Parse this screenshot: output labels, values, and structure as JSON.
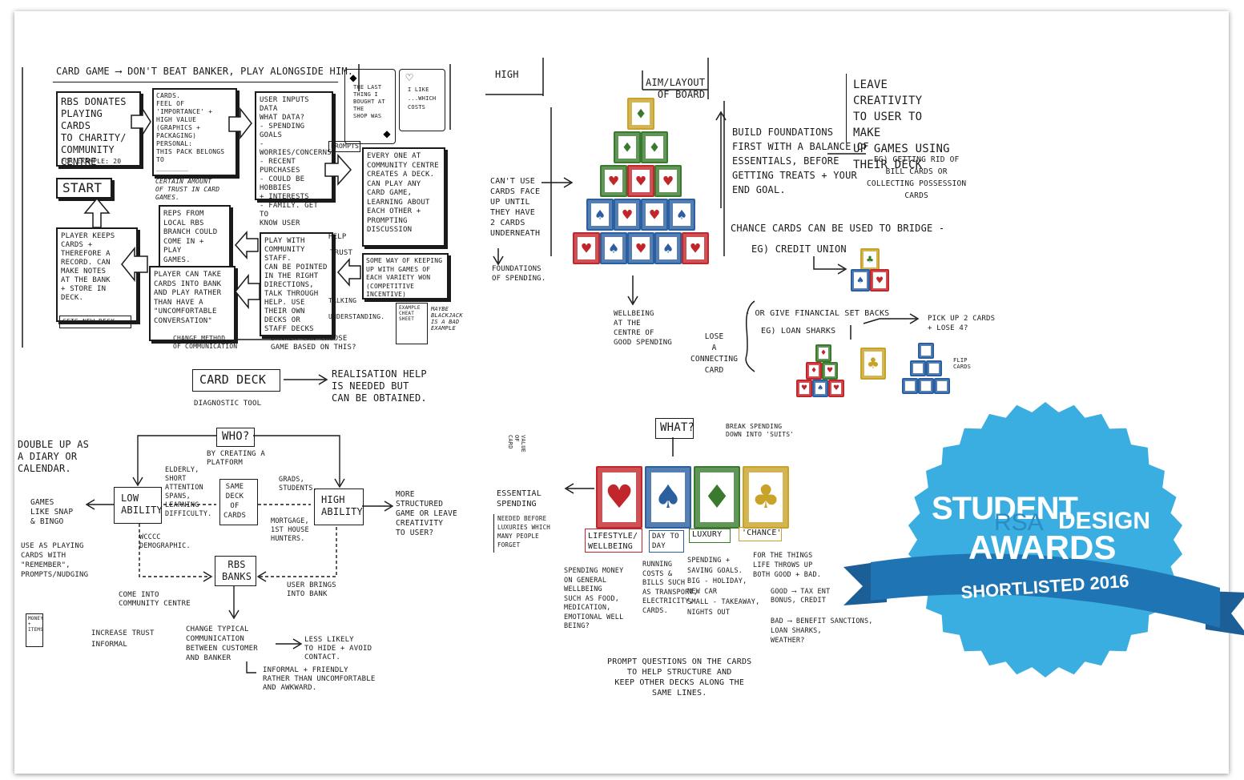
{
  "sketch_a": {
    "title": "CARD GAME ⟶ DON'T BEAT BANKER, PLAY ALONGSIDE HIM.",
    "rbs_donates": "RBS DONATES\nPLAYING CARDS\nTO CHARITY/\nCOMMUNITY\nCENTRE",
    "for_example": "FOR EXAMPLE: 20",
    "cards_box": "CARDS.\nFEEL OF\n'IMPORTANCE' +\nHIGH VALUE\n(GRAPHICS + PACKAGING)\nPERSONAL:\nTHIS PACK BELONGS TO\n________",
    "certain_amount": "CERTAIN AMOUNT\nOF TRUST IN CARD\nGAMES.",
    "user_inputs": "USER INPUTS DATA\nWHAT DATA?\n- SPENDING GOALS\n- WORRIES/CONCERNS\n- RECENT PURCHASES\n- COULD BE HOBBIES\n+ INTERESTS\n- FAMILY. GET TO\nKNOW USER",
    "prompts": "PROMPTS",
    "last_thing": "THE LAST\nTHING I\nBOUGHT AT THE\nSHOP WAS",
    "i_like": "I LIKE\n...WHICH COSTS",
    "start": "START",
    "everyone": "EVERY ONE AT\nCOMMUNITY CENTRE\nCREATES A DECK.\nCAN PLAY ANY\nCARD GAME,\nLEARNING ABOUT\nEACH OTHER +\nPROMPTING\nDISCUSSION",
    "reps": "REPS FROM\nLOCAL RBS\nBRANCH COULD\nCOME IN + PLAY\nGAMES.",
    "play_with": "PLAY WITH\nCOMMUNITY STAFF.\nCAN BE POINTED\nIN THE RIGHT\nDIRECTIONS,\nTALK THROUGH\nHELP. USE\nTHEIR OWN\nDECKS OR\nSTAFF DECKS",
    "help": "HELP",
    "trust": "TRUST",
    "talking": "TALKING",
    "understanding": "UNDERSTANDING.",
    "player_keeps": "PLAYER KEEPS\nCARDS +\nTHEREFORE A\nRECORD. CAN\nMAKE NOTES\nAT THE BANK\n+ STORE IN\nDECK.",
    "gets_new_deck": "GETS NEW DECK",
    "player_can_take": "PLAYER CAN TAKE\nCARDS INTO BANK\nAND PLAY RATHER\nTHAN HAVE A\n\"UNCOMFORTABLE\nCONVERSATION\"",
    "change_method": "CHANGE METHOD\nOF COMMUNICATION",
    "some_way": "SOME WAY OF KEEPING\nUP WITH GAMES OF\nEACH VARIETY WON\n(COMPETITIVE INCENTIVE)",
    "example_sheet": "EXAMPLE\nCHEAT\nSHEET",
    "maybe": "MAYBE\nBLACKJACK\nIS A BAD\nEXAMPLE",
    "banker_choose": "BANKER CAN CHOOSE\nGAME BASED ON THIS?"
  },
  "sketch_b": {
    "card_deck": "CARD DECK",
    "diagnostic": "DIAGNOSTIC TOOL",
    "realisation": "REALISATION HELP\nIS NEEDED BUT\nCAN BE OBTAINED."
  },
  "sketch_c": {
    "double_up": "DOUBLE UP AS\nA DIARY OR\nCALENDAR.",
    "who": "WHO?",
    "creating_platform": "BY CREATING A\nPLATFORM",
    "elderly": "ELDERLY,\nSHORT\nATTENTION\nSPANS,\nLEARNING\nDIFFICULTY.",
    "same_deck": "SAME\nDECK\nOF\nCARDS",
    "grads": "GRADS,\nSTUDENTS,",
    "mortgage": "MORTGAGE,\n1ST HOUSE\nHUNTERS.",
    "low_ability": "LOW\nABILITY",
    "high_ability": "HIGH\nABILITY",
    "games_like": "GAMES\nLIKE SNAP\n& BINGO",
    "wcccc": "WCCCC\nDEMOGRAPHIC.",
    "more_structured": "MORE\nSTRUCTURED\nGAME OR LEAVE\nCREATIVITY\nTO USER?",
    "use_as_playing": "USE AS PLAYING\nCARDS WITH\n\"REMEMBER\",\nPROMPTS/NUDGING",
    "rbs_banks": "RBS\nBANKS",
    "user_brings": "USER BRINGS\nINTO BANK",
    "come_into": "COME INTO\nCOMMUNITY CENTRE",
    "increase_trust": "INCREASE TRUST\nINFORMAL",
    "money_items": "MONEY\n+\nITEMS",
    "change_typical": "CHANGE TYPICAL\nCOMMUNICATION\nBETWEEN CUSTOMER\nAND BANKER",
    "less_likely": "LESS LIKELY\nTO HIDE + AVOID\nCONTACT.",
    "informal_friendly": "INFORMAL + FRIENDLY\nRATHER THAN UNCOMFORTABLE\nAND AWKWARD."
  },
  "sketch_d": {
    "high": "HIGH",
    "aim_layout": "AIM/LAYOUT\nOF BOARD",
    "cant_use": "CAN'T USE\nCARDS FACE\nUP UNTIL\nTHEY HAVE\n2 CARDS\nUNDERNEATH",
    "foundations": "FOUNDATIONS\nOF SPENDING.",
    "wellbeing": "WELLBEING\nAT THE\nCENTRE OF\nGOOD SPENDING",
    "build_foundations": "BUILD FOUNDATIONS\nFIRST WITH A BALANCE OF\nESSENTIALS, BEFORE\nGETTING TREATS + YOUR\nEND GOAL.",
    "leave_creativity": "LEAVE CREATIVITY\nTO USER TO MAKE\nUP GAMES USING\nTHEIR DECK",
    "eg_getting_rid": "EG) GETTING RID OF\nBILL CARDS OR\nCOLLECTING POSSESSION\nCARDS",
    "chance_cards": "CHANCE CARDS CAN BE USED TO BRIDGE -",
    "credit_union": "EG) CREDIT UNION",
    "or_give": "- OR GIVE FINANCIAL SET BACKS",
    "loan_sharks": "EG) LOAN SHARKS",
    "pick_up": "PICK UP 2 CARDS\n+ LOSE 4?",
    "lose_connecting": "LOSE\nA\nCONNECTING\nCARD",
    "flip_cards": "FLIP\nCARDS"
  },
  "sketch_e": {
    "what": "WHAT?",
    "break_spending": "BREAK SPENDING\nDOWN INTO 'SUITS'",
    "value_of_card": "VALUE\nOF\nCARD",
    "essential_spending": "ESSENTIAL\nSPENDING",
    "needed_before": "NEEDED BEFORE\nLUXURIES WHICH\nMANY PEOPLE\nFORGET",
    "lifestyle": "LIFESTYLE/\nWELLBEING",
    "day_to_day": "DAY TO\nDAY",
    "luxury": "LUXURY",
    "chance": "'CHANCE'",
    "spending_money": "SPENDING MONEY\nON GENERAL\nWELLBEING\nSUCH AS FOOD,\nMEDICATION,\nEMOTIONAL WELL\nBEING?",
    "running_costs": "RUNNING\nCOSTS &\nBILLS SUCH\nAS TRANSPORT,\nELECTRICITY,\nCARDS.",
    "spending_saving": "SPENDING +\nSAVING GOALS.\nBIG - HOLIDAY,\nNEW CAR\nSMALL - TAKEAWAY,\nNIGHTS OUT",
    "for_the_things": "FOR THE THINGS\nLIFE THROWS UP\nBOTH GOOD + BAD.",
    "good": "GOOD ⟶ TAX ENT\nBONUS, CREDIT",
    "bad": "BAD ⟶ BENEFIT SANCTIONS,\nLOAN SHARKS,\nWEATHER?",
    "prompt_questions": "PROMPT QUESTIONS ON THE CARDS\nTO HELP STRUCTURE AND\nKEEP OTHER DECKS ALONG THE\nSAME LINES."
  },
  "badge": {
    "student": "STUDENT",
    "rsa": "RSA",
    "design": "DESIGN",
    "awards": "AWARDS",
    "ribbon": "SHORTLISTED 2016"
  },
  "colors": {
    "red": "#c0262a",
    "blue": "#2b5fa0",
    "green": "#3b7a2e",
    "gold": "#c9a229",
    "badge_blue": "#3aaee0",
    "ribbon_blue": "#1f74b4"
  }
}
